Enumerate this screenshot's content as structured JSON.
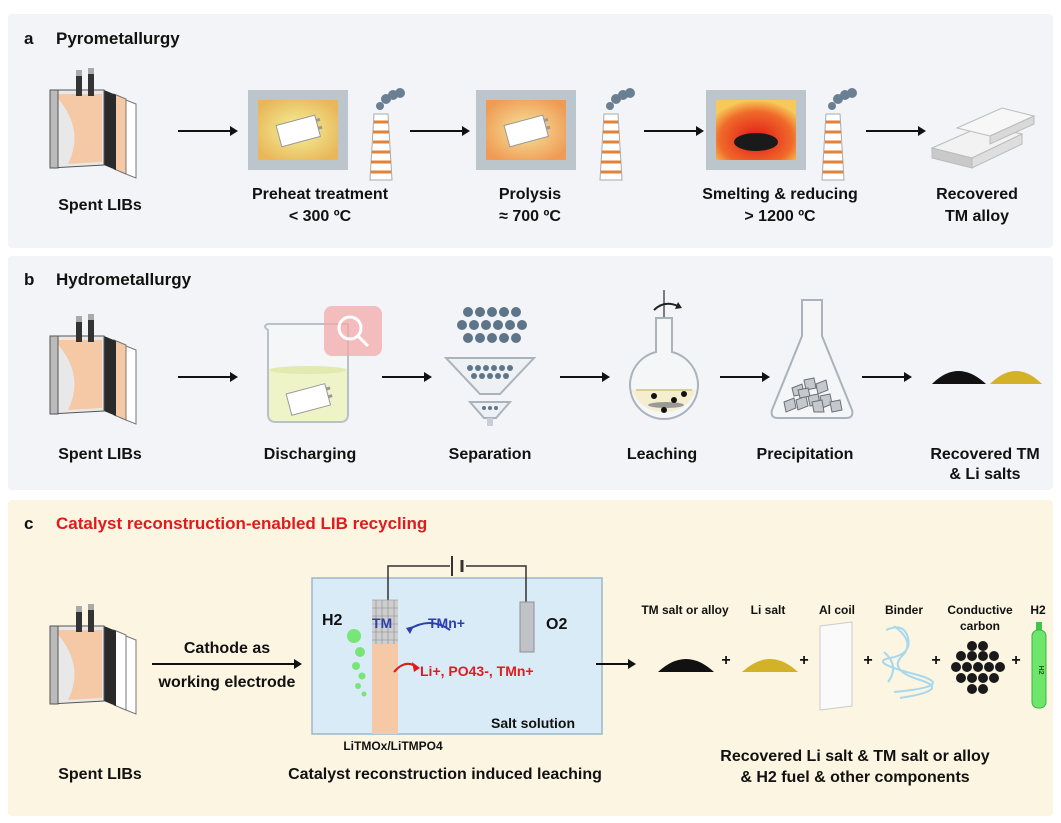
{
  "panel_a": {
    "letter": "a",
    "title": "Pyrometallurgy",
    "steps": [
      {
        "line1": "Spent LIBs",
        "line2": ""
      },
      {
        "line1": "Preheat treatment",
        "line2": "< 300 ºC"
      },
      {
        "line1": "Prolysis",
        "line2": "≈ 700 ºC"
      },
      {
        "line1": "Smelting & reducing",
        "line2": "> 1200 ºC"
      },
      {
        "line1": "Recovered",
        "line2": "TM alloy"
      }
    ]
  },
  "panel_b": {
    "letter": "b",
    "title": "Hydrometallurgy",
    "steps": [
      {
        "line1": "Spent LIBs",
        "line2": ""
      },
      {
        "line1": "Discharging",
        "line2": ""
      },
      {
        "line1": "Separation",
        "line2": ""
      },
      {
        "line1": "Leaching",
        "line2": ""
      },
      {
        "line1": "Precipitation",
        "line2": ""
      },
      {
        "line1": "Recovered TM",
        "line2": "& Li salts"
      }
    ]
  },
  "panel_c": {
    "letter": "c",
    "title": "Catalyst reconstruction-enabled LIB recycling",
    "title_color": "#e01b1b",
    "spent_label": "Spent LIBs",
    "arrow_line1": "Cathode as",
    "arrow_line2": "working electrode",
    "cell": {
      "h2": "H2",
      "o2": "O2",
      "tm": "TM",
      "tm_ion": "TMn+",
      "ions": "Li+, PO43-, TMn+",
      "salt_solution": "Salt solution",
      "electrode": "LiTMOx/LiTMPO4"
    },
    "cell_caption": "Catalyst reconstruction induced leaching",
    "products": {
      "tm_salt": "TM salt or alloy",
      "li_salt": "Li salt",
      "al_coil": "Al coil",
      "binder": "Binder",
      "carbon_line1": "Conductive",
      "carbon_line2": "carbon",
      "h2": "H2"
    },
    "summary_line1": "Recovered Li salt & TM salt or alloy",
    "summary_line2": "& H2 fuel & other components"
  }
}
